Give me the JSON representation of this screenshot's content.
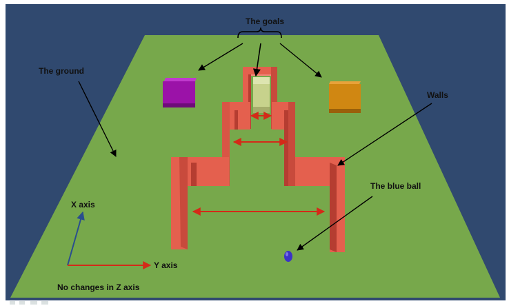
{
  "labels": {
    "goals": "The goals",
    "ground": "The ground",
    "walls": "Walls",
    "ball": "The blue ball",
    "x_axis": "X axis",
    "y_axis": "Y axis",
    "z_note": "No changes in Z axis"
  },
  "colors": {
    "sky": "#30496f",
    "ground": "#77a84b",
    "wall": "#e4604e",
    "wall_dark": "#b53d31",
    "wall_top": "#f0887a",
    "goal_purple": "#9b12a8",
    "goal_orange": "#d08712",
    "goal_green": "#c7d28c",
    "ball": "#3b32c8",
    "dimension_arrow": "#d42a18",
    "x_axis_arrow": "#2a4e8e",
    "y_axis_arrow": "#d42a18",
    "callout_arrow": "#000000"
  }
}
